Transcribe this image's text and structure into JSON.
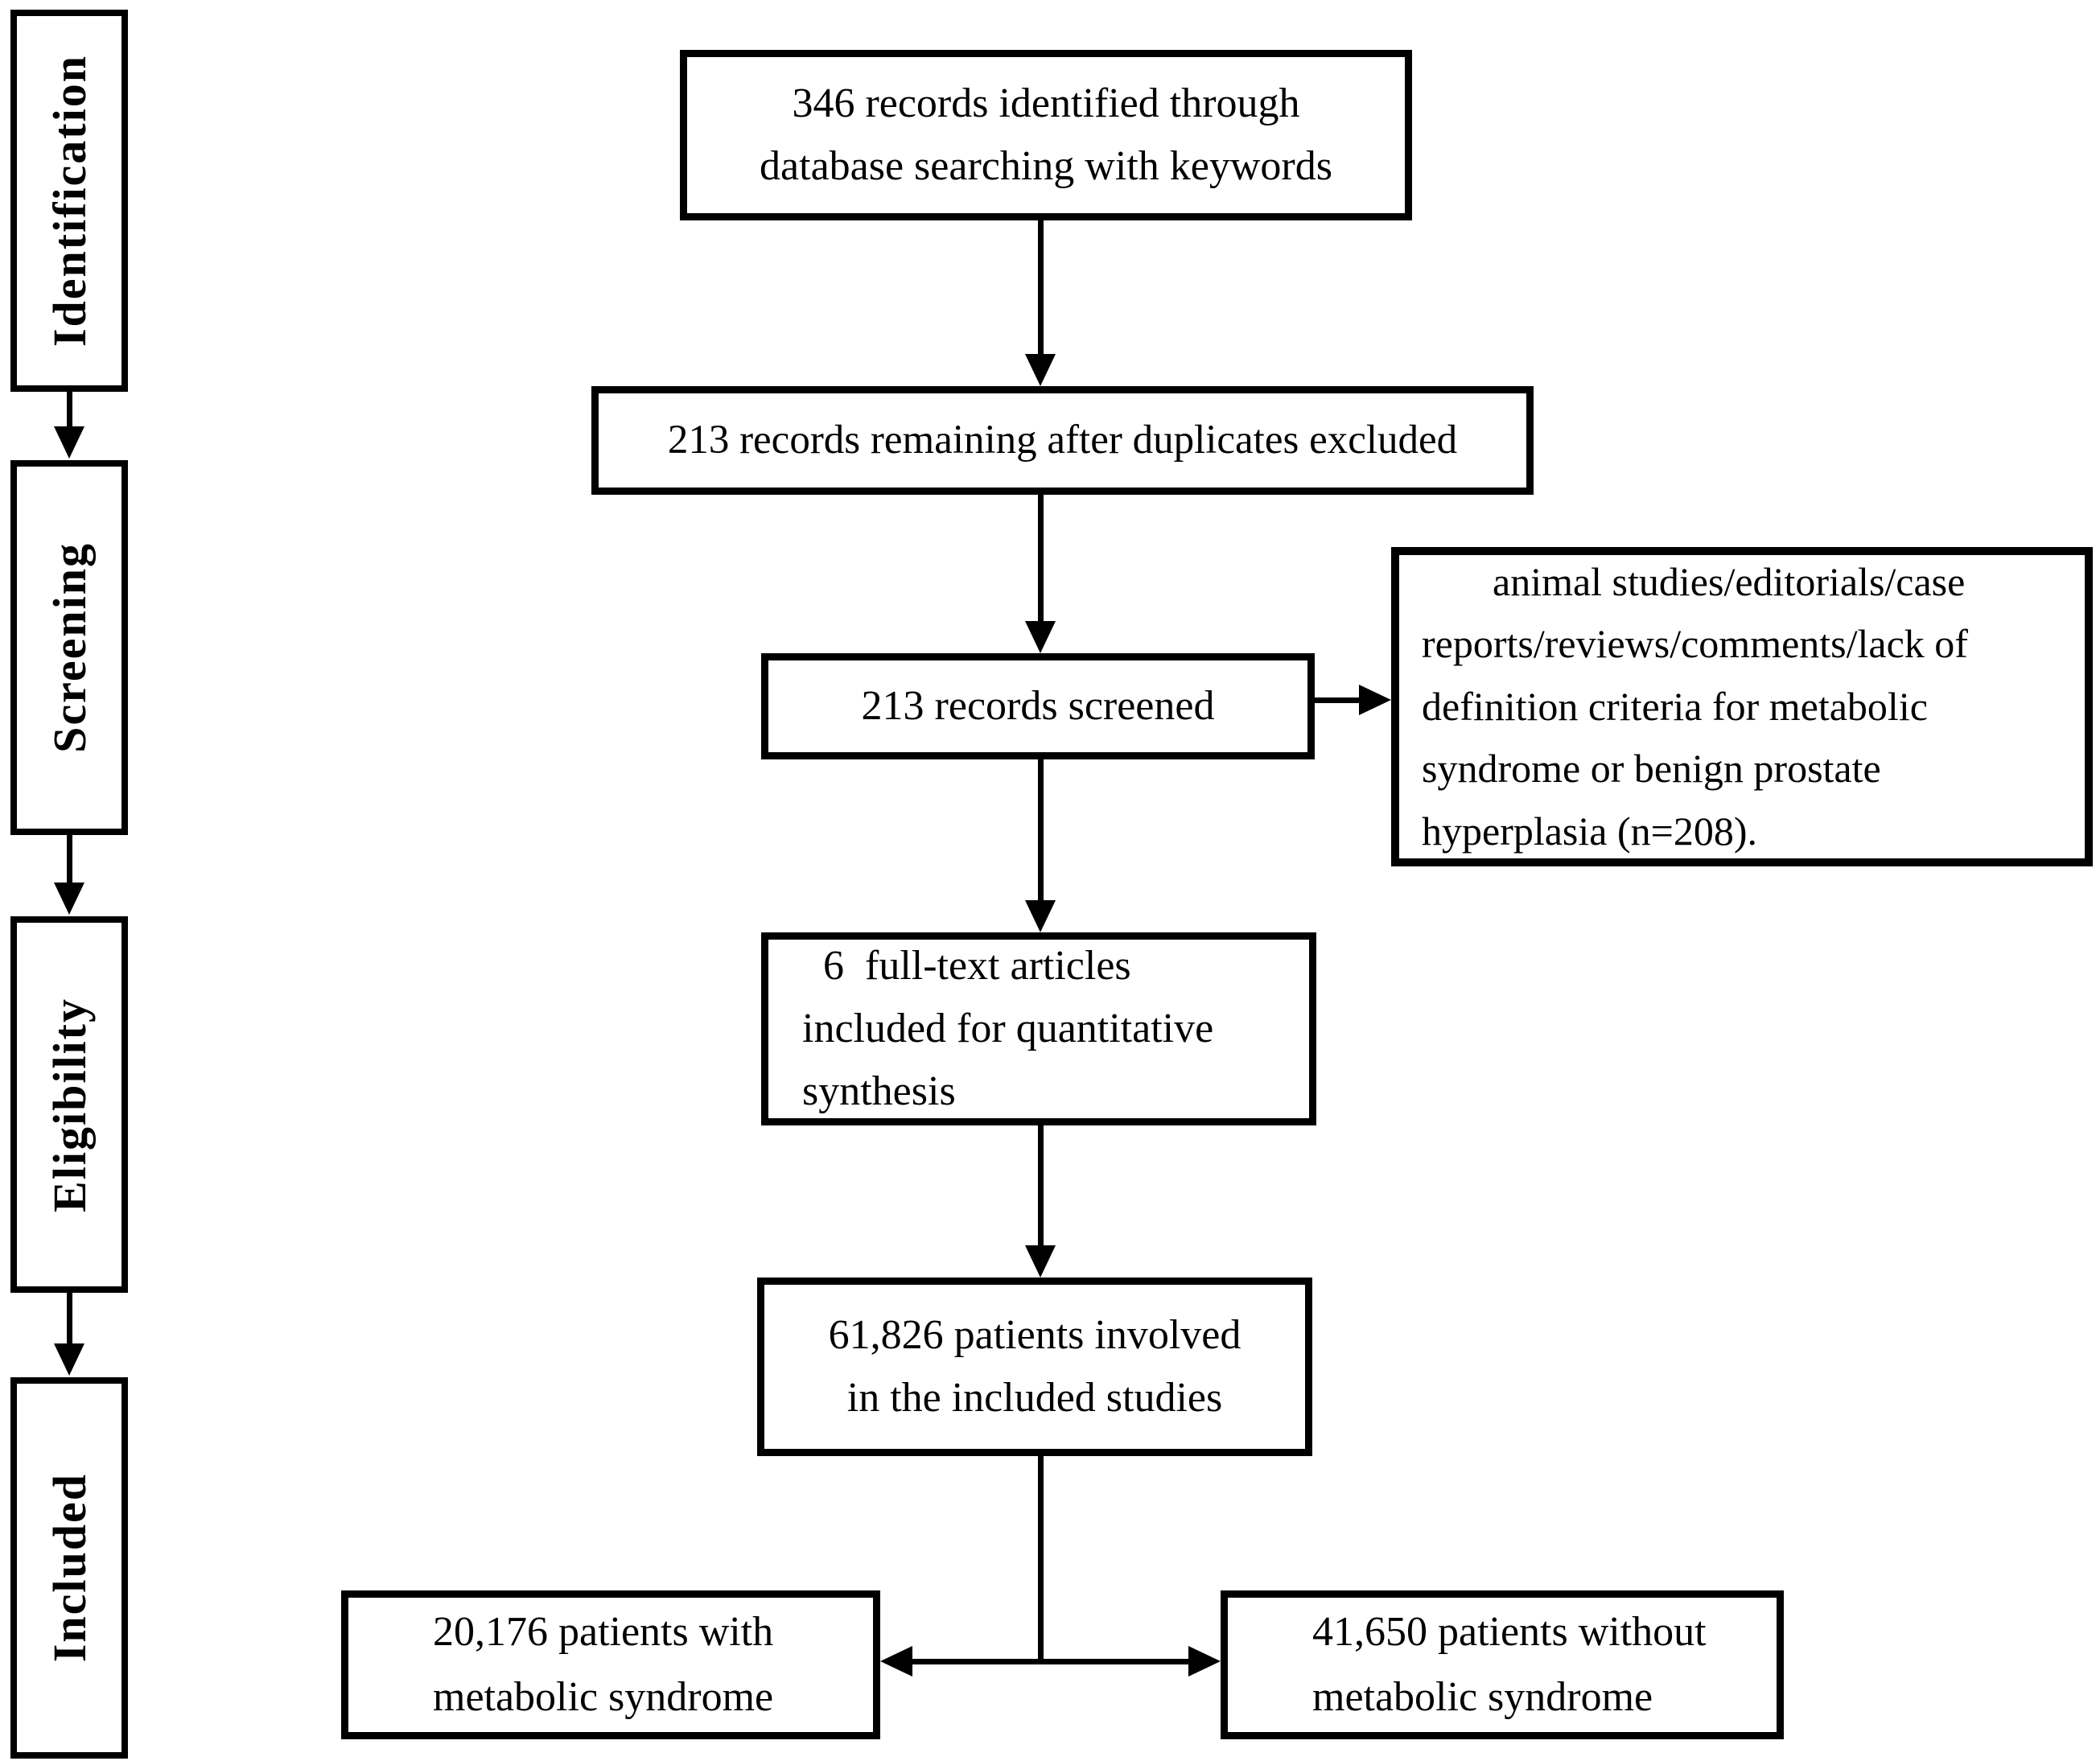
{
  "diagram": {
    "type": "prisma-flowchart",
    "colors": {
      "ink": "#000000",
      "background": "#ffffff"
    },
    "stages": [
      {
        "label": "Identification"
      },
      {
        "label": "Screening"
      },
      {
        "label": "Eligibility"
      },
      {
        "label": "Included"
      }
    ],
    "boxes": {
      "identified": {
        "text": "346 records identified through\ndatabase searching with keywords"
      },
      "deduplicated": {
        "text": "213 records remaining after duplicates excluded"
      },
      "screened": {
        "text": "213 records screened"
      },
      "excluded": {
        "text": "animal studies/editorials/case\nreports/reviews/comments/lack of\ndefinition criteria for metabolic\nsyndrome or benign prostate\nhyperplasia (n=208)."
      },
      "fulltext": {
        "text": "6  full-text articles\nincluded for quantitative\nsynthesis"
      },
      "patients": {
        "text": "61,826 patients involved\nin the included studies"
      },
      "with_mets": {
        "text": "20,176 patients with\nmetabolic syndrome"
      },
      "without_mets": {
        "text": "41,650 patients without\nmetabolic syndrome"
      }
    }
  }
}
